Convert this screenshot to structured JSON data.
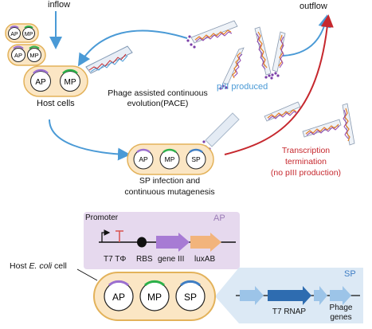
{
  "labels": {
    "inflow": "inflow",
    "outflow": "outflow",
    "host_cells": "Host cells",
    "pace_line1": "Phage assisted continuous",
    "pace_line2": "evolution(PACE)",
    "piii_produced": "pIII produced",
    "transcription_line1": "Transcription",
    "transcription_line2": "termination",
    "no_piii": "(no pIII production)",
    "sp_infection_line1": "SP infection and",
    "sp_infection_line2": "continuous mutagenesis",
    "promoter": "Promoter",
    "ap_panel_tag": "AP",
    "t7_tphi": "T7 TΦ",
    "rbs": "RBS",
    "gene_iii": "gene III",
    "luxab": "luxAB",
    "host_ecoli_prefix": "Host ",
    "host_ecoli_italic": "E. coli",
    "host_ecoli_suffix": " cell",
    "sp_panel_tag": "SP",
    "t7_rnap": "T7 RNAP",
    "phage_genes_line1": "Phage",
    "phage_genes_line2": "genes"
  },
  "plasmids": {
    "ap": "AP",
    "mp": "MP",
    "sp": "SP"
  },
  "colors": {
    "cell_fill": "#fbe6c4",
    "cell_border": "#e3b25a",
    "ap_arrow": "#9b6fd0",
    "mp_arrow": "#2cb14a",
    "sp_arrow": "#3f7ec4",
    "flow_blue": "#4a9ad6",
    "flow_red": "#c6282e",
    "piii_text": "#4a9ad6",
    "red_text": "#c6282e",
    "ap_panel": "#e6d9ee",
    "ap_tag": "#9a7bb6",
    "sp_panel": "#dce9f5",
    "sp_tag": "#3f7ec4",
    "gene_iii": "#a77bd4",
    "luxab": "#f2b47c",
    "sp_gene": "#9cc4e8",
    "t7_rnap": "#2e6cb0"
  }
}
